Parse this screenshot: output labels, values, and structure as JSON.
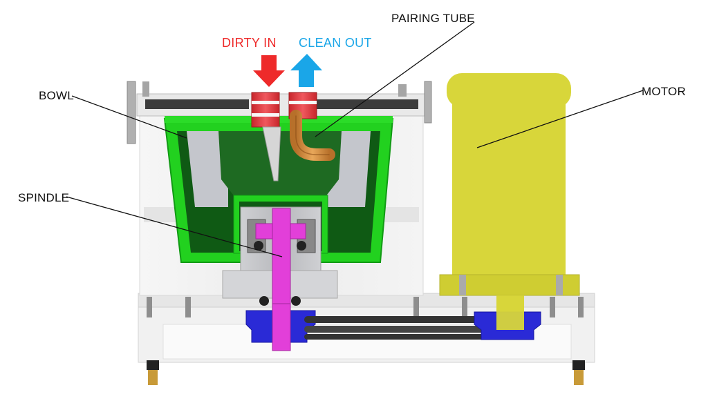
{
  "labels": {
    "dirty_in": "DIRTY IN",
    "clean_out": "CLEAN OUT",
    "pairing_tube": "PAIRING TUBE",
    "bowl": "BOWL",
    "motor": "MOTOR",
    "spindle": "SPINDLE"
  },
  "colors": {
    "dirty_in": "#ee2a2a",
    "clean_out": "#1aa6e8",
    "bowl": "#22d11f",
    "bowl_dark": "#0f5a14",
    "spindle": "#e23fd9",
    "motor": "#d8d63a",
    "pulley": "#2a2ad6",
    "pairing_tube": "#d08a3a",
    "housing": "#f0f0f0",
    "steel": "#c9c9c9"
  },
  "icons": [
    "dirty-in-arrow-icon",
    "clean-out-arrow-icon"
  ]
}
